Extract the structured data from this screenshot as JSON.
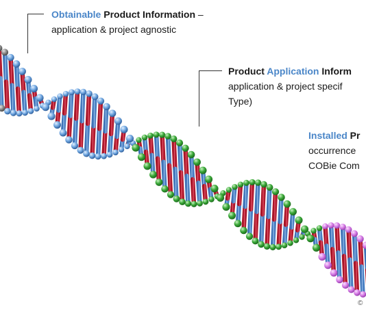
{
  "callouts": [
    {
      "id": "obtainable",
      "accent": "Obtainable",
      "title_rest": "Product Information",
      "dash": " –",
      "line2": "application & project agnostic",
      "line3": ""
    },
    {
      "id": "application",
      "lead": "Product ",
      "accent": "Application",
      "title_rest": " Inform",
      "line2": "application & project specif",
      "line3": "Type)"
    },
    {
      "id": "installed",
      "accent": "Installed",
      "title_rest": " Pr",
      "line2": "occurrence",
      "line3": "COBie Com"
    }
  ],
  "copyright": "©",
  "colors": {
    "accent": "#4a86c8",
    "helix_blue": "#6fa6e0",
    "rung_red": "#e2334a",
    "helix_green": "#3aa838",
    "helix_violet": "#d77ee6",
    "helix_grey": "#8a8a8a"
  }
}
